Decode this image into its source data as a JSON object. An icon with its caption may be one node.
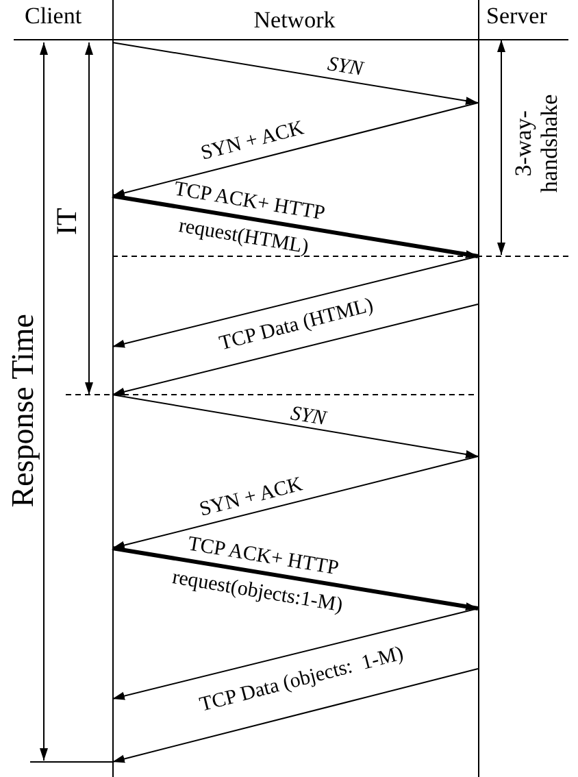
{
  "diagram": {
    "nodes": [
      {
        "text": [
          "Client"
        ]
      },
      {
        "text": [
          "Server"
        ]
      }
    ],
    "edges": [
      {
        "from": 0,
        "to": 1,
        "arrow": "to",
        "label": "SYN"
      },
      {
        "from": 1,
        "to": 0,
        "arrow": "to",
        "label": "SYN + ACK"
      },
      {
        "from": 0,
        "to": 1,
        "arrow": "to",
        "label": "TCP ACK+ HTTP request(HTML)",
        "style": "thick"
      },
      {
        "from": 1,
        "to": 0,
        "arrow": "to",
        "label": "TCP Data (HTML)"
      },
      {
        "from": 1,
        "to": 0,
        "arrow": "to"
      },
      {
        "from": 0,
        "to": 1,
        "arrow": "to",
        "label": "SYN"
      },
      {
        "from": 1,
        "to": 0,
        "arrow": "to",
        "label": "SYN + ACK"
      },
      {
        "from": 0,
        "to": 1,
        "arrow": "to",
        "label": "TCP ACK+ HTTP request(objects:1-M)",
        "style": "thick"
      },
      {
        "from": 1,
        "to": 0,
        "arrow": "to",
        "label": "TCP Data (objects:  1-M)"
      },
      {
        "from": 1,
        "to": 0,
        "arrow": "to"
      }
    ],
    "labels": [
      "Network",
      "Response Time",
      "IT",
      "3-way- handshake"
    ]
  }
}
